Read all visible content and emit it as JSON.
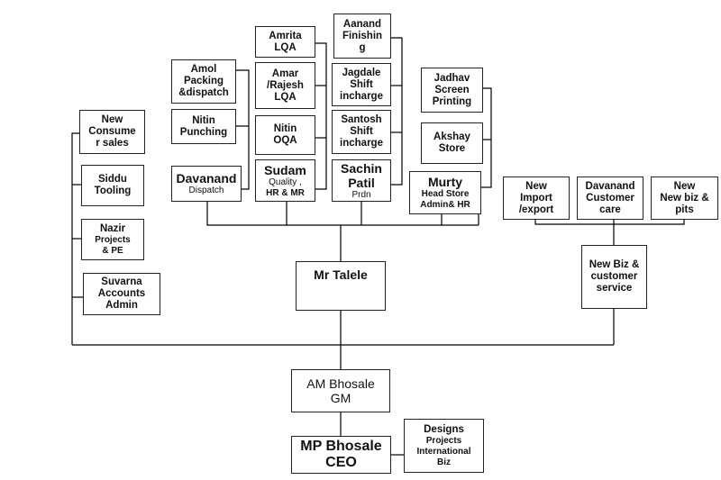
{
  "boxes": {
    "amrita": [
      "Amrita",
      "LQA"
    ],
    "aanand": [
      "Aanand",
      "Finishin",
      "g"
    ],
    "amol": [
      "Amol",
      "Packing",
      "&dispatch"
    ],
    "amar": [
      "Amar",
      "/Rajesh",
      "LQA"
    ],
    "jagdale": [
      "Jagdale",
      "Shift",
      "incharge"
    ],
    "jadhav": [
      "Jadhav",
      "Screen",
      "Printing"
    ],
    "nitin_punching": [
      "Nitin",
      "Punching"
    ],
    "nitin_oqa": [
      "Nitin",
      "OQA"
    ],
    "santosh": [
      "Santosh",
      "Shift",
      "incharge"
    ],
    "akshay": [
      "Akshay",
      "Store"
    ],
    "new_consumer": [
      "New",
      "Consume",
      "r sales"
    ],
    "davanand_dispatch": [
      "Davanand",
      "Dispatch"
    ],
    "sudam": [
      "Sudam",
      "Quality ,",
      "HR & MR"
    ],
    "sachin": [
      "Sachin",
      "Patil",
      "Prdn"
    ],
    "murty": [
      "Murty",
      "Head Store",
      "Admin& HR"
    ],
    "siddu": [
      "Siddu",
      "Tooling"
    ],
    "new_import": [
      "New",
      "Import",
      "/export"
    ],
    "davanand_customer": [
      "Davanand",
      "Customer",
      "care"
    ],
    "new_newbiz": [
      "New",
      "New biz &",
      "pits"
    ],
    "nazir": [
      "Nazir",
      "Projects",
      "& PE"
    ],
    "newbiz_cs": [
      "New Biz &",
      "customer",
      "service"
    ],
    "talele": [
      "Mr Talele"
    ],
    "suvarna": [
      "Suvarna",
      "Accounts",
      "Admin"
    ],
    "am_bhosale": [
      "AM Bhosale",
      "GM"
    ],
    "mp_bhosale": [
      "MP Bhosale",
      "CEO"
    ],
    "designs": [
      "Designs",
      "Projects",
      "International",
      "Biz"
    ]
  },
  "colors": {
    "line": "#000000",
    "border": "#222222",
    "background": "#ffffff"
  }
}
